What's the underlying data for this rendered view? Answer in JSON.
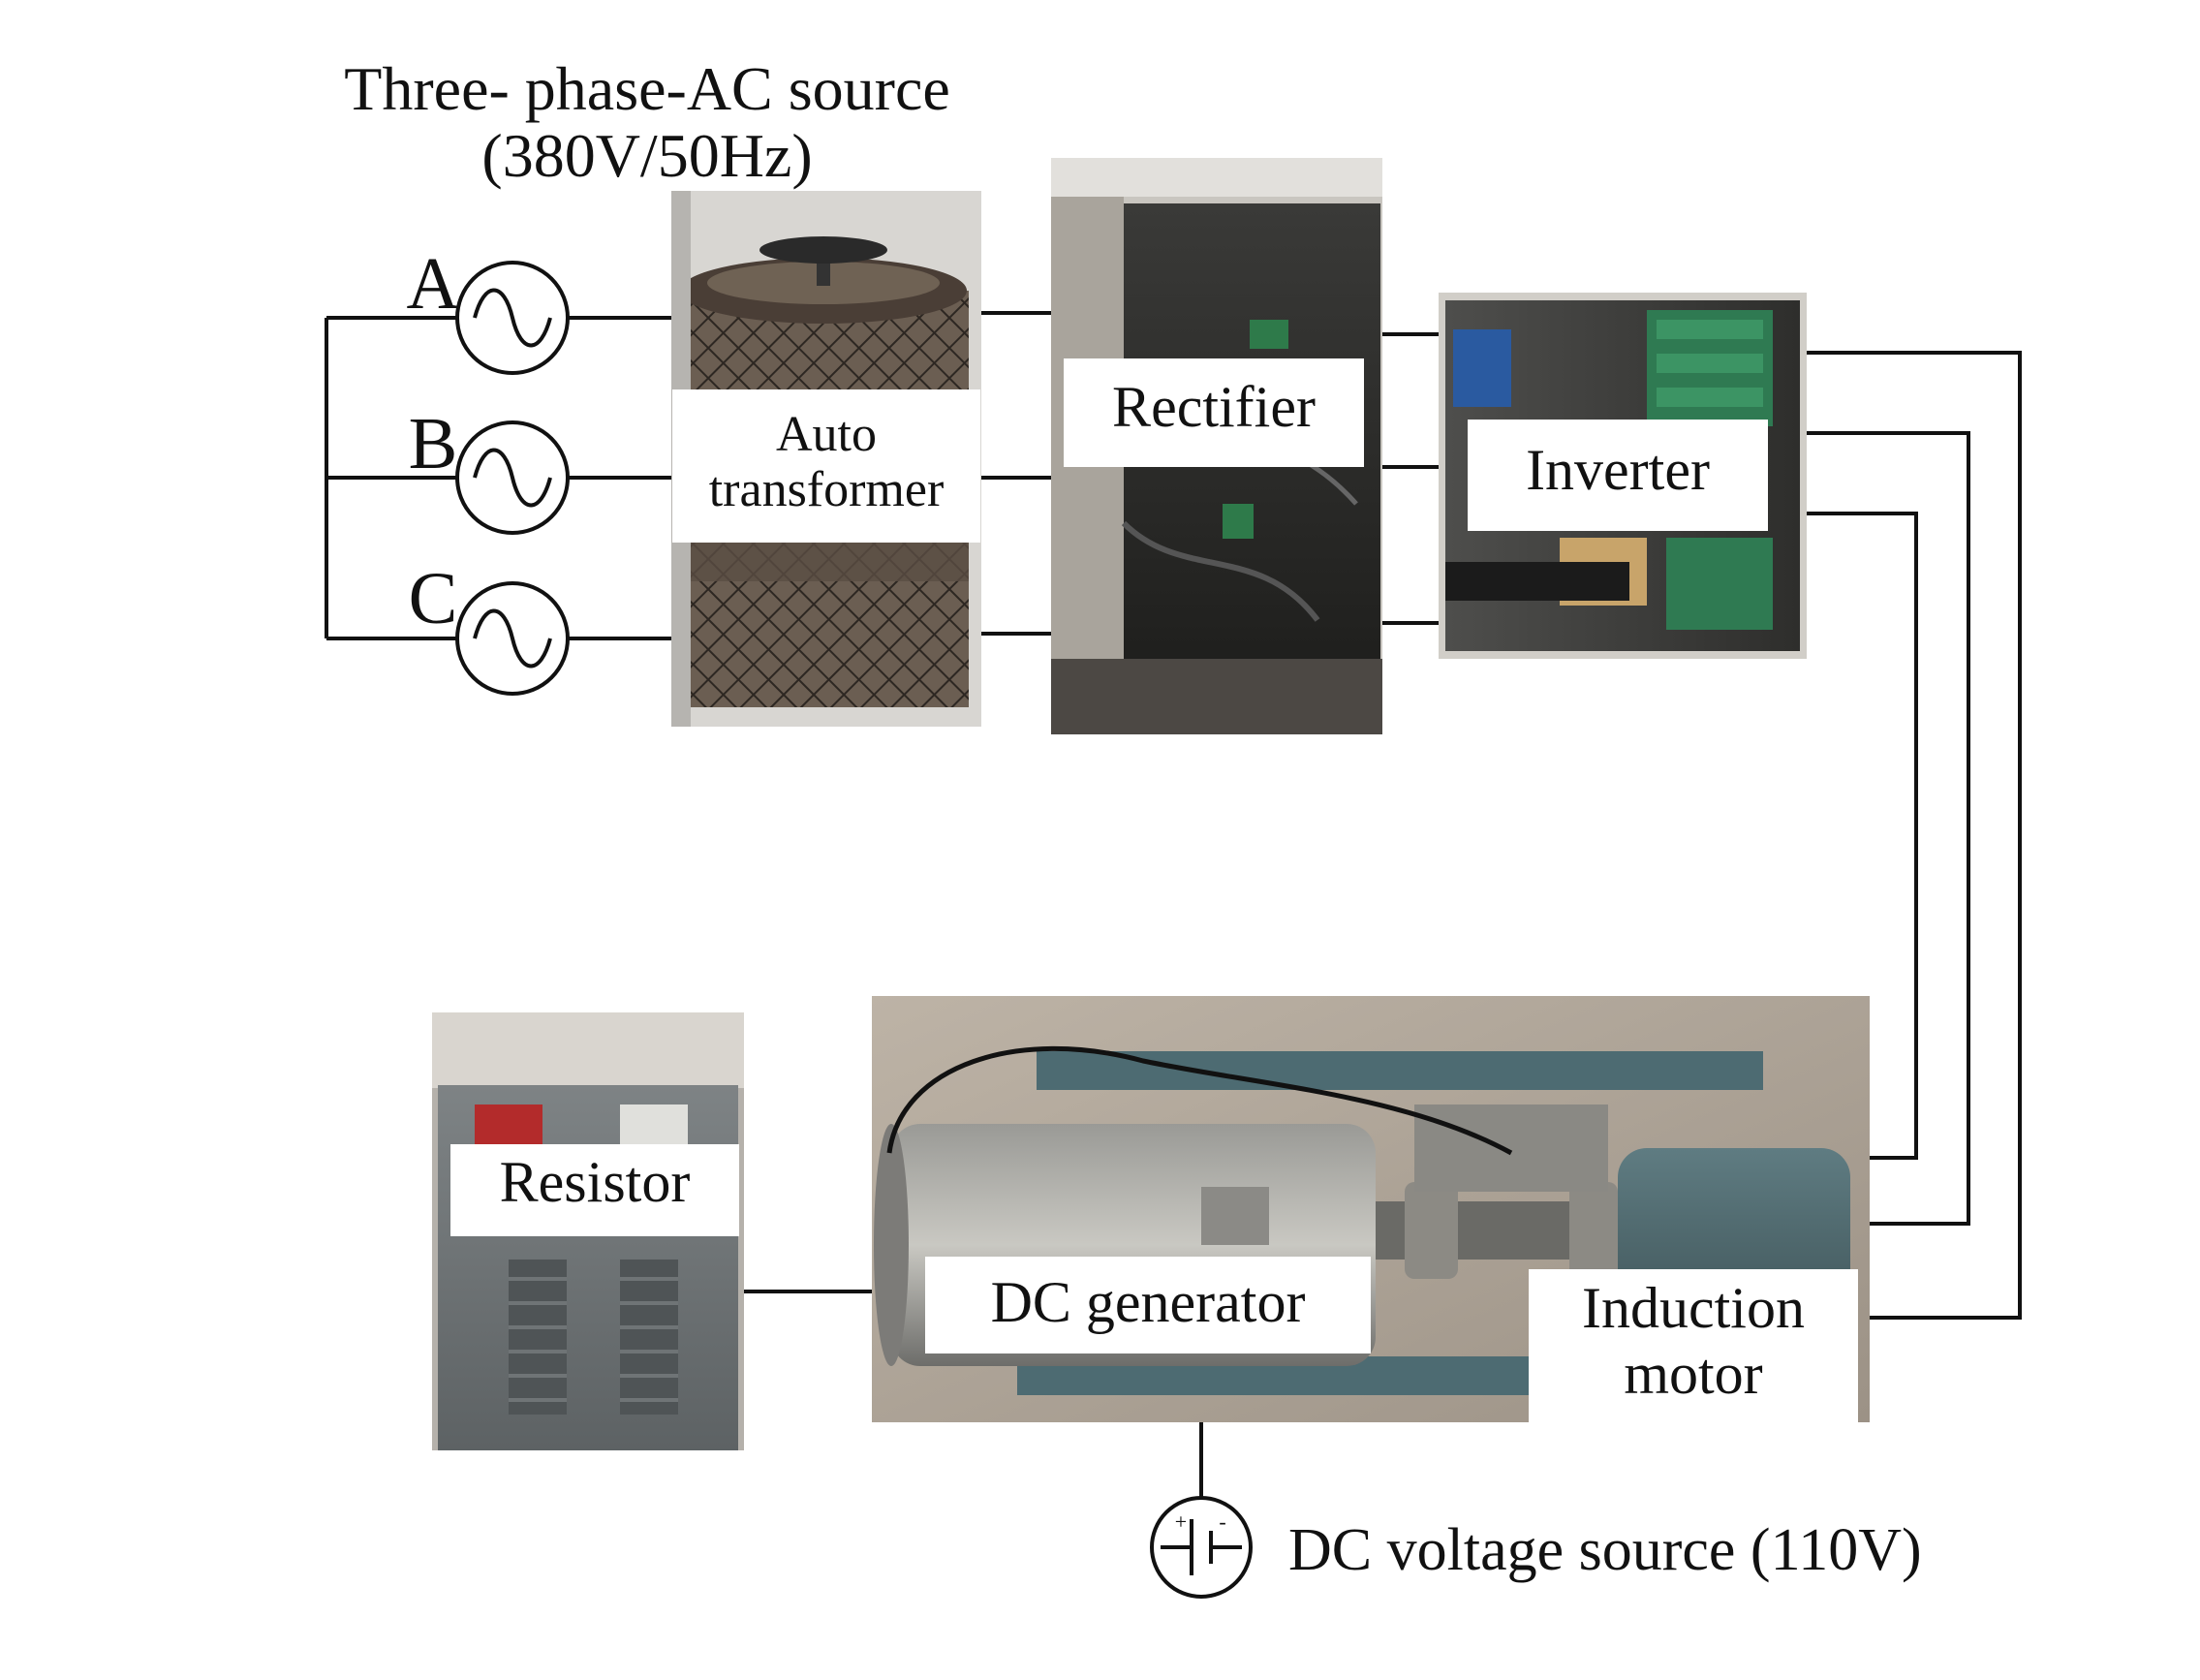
{
  "title": {
    "line1": "Three- phase-AC source",
    "line2": "(380V/50Hz)"
  },
  "phases": [
    "A",
    "B",
    "C"
  ],
  "components": {
    "autotransformer": {
      "line1": "Auto",
      "line2": "transformer"
    },
    "rectifier": "Rectifier",
    "inverter": "Inverter",
    "resistor": "Resistor",
    "dc_generator": "DC generator",
    "induction_motor": {
      "line1": "Induction",
      "line2": "motor"
    }
  },
  "dc_source": {
    "label": "DC voltage source (110V)",
    "polarity_plus": "+",
    "polarity_minus": "-"
  },
  "icons": {
    "ac_source": "ac-source-sine-icon",
    "dc_source": "dc-battery-icon"
  },
  "colors": {
    "line": "#111111",
    "label_bg": "#ffffff"
  }
}
